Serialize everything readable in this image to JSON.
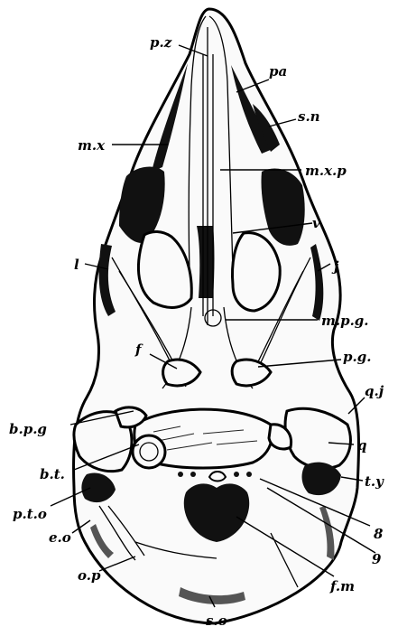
{
  "labels": {
    "pz": "p.z",
    "pa": "pa",
    "sn": "s.n",
    "mx": "m.x",
    "mxp": "m.x.p",
    "v": "v",
    "l": "l",
    "j": "j",
    "mpg": "m.p.g.",
    "f": "f",
    "pg": "p.g.",
    "qj": "q.j",
    "bpg": "b.p.g",
    "q": "q",
    "bt": "b.t.",
    "ty": "t.y",
    "pto": "p.t.o",
    "n8": "8",
    "eo": "e.o",
    "n9": "9",
    "op": "o.p",
    "fm": "f.m",
    "so": "s.o"
  }
}
